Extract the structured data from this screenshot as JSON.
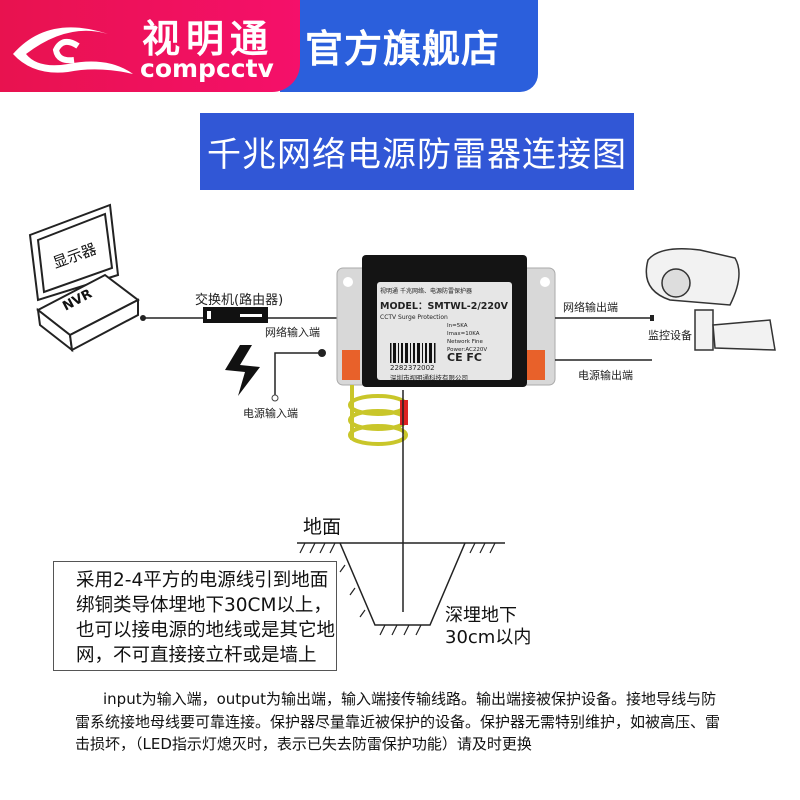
{
  "header": {
    "brand_name_cn": "视明通",
    "brand_name_en": "compcctv",
    "store_label": "官方旗舰店",
    "colors": {
      "brand": "#e8124f",
      "store": "#2b5fdc"
    }
  },
  "title": "千兆网络电源防雷器连接图",
  "diagram": {
    "monitor_label": "显示器",
    "nvr_label": "NVR",
    "switch_label": "交换机(路由器)",
    "net_in_label": "网络输入端",
    "power_in_label": "电源输入端",
    "net_out_label": "网络输出端",
    "power_out_label": "电源输出端",
    "camera_label": "监控设备",
    "device": {
      "brand": "视明通",
      "product": "千兆网络、电源防雷保护器",
      "model": "MODEL：SMTWL-2/220V",
      "subtitle": "CCTV Surge Protection",
      "specs": [
        "In=5KA",
        "Imax=10KA",
        "Network Fine",
        "Power:AC220V"
      ],
      "cert": "CE FC",
      "serial": "2282372002",
      "maker": "深圳市视明通科技有限公司"
    },
    "ground_label": "地面",
    "depth_label": [
      "深埋地下",
      "30cm以内"
    ]
  },
  "note": [
    "采用2-4平方的电源线引到地面",
    "绑铜类导体埋地下30CM以上，",
    "也可以接电源的地线或是其它地",
    "网，不可直接接立杆或是墙上"
  ],
  "paragraph": "input为输入端，output为输出端，输入端接传输线路。输出端接被保护设备。接地导线与防雷系统接地母线要可靠连接。保护器尽量靠近被保护的设备。保护器无需特别维护，如被高压、雷击损坏，（LED指示灯熄灭时，表示已失去防雷保护功能）请及时更换"
}
